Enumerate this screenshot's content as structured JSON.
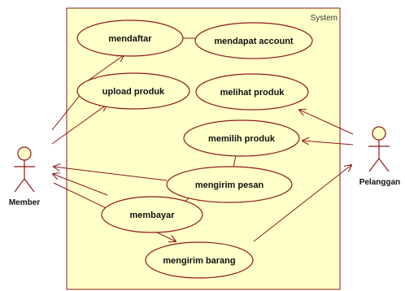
{
  "system": {
    "label": "System"
  },
  "actors": {
    "member": {
      "label": "Member"
    },
    "pelanggan": {
      "label": "Pelanggan"
    }
  },
  "use_cases": {
    "mendaftar": "mendaftar",
    "mendapat_account": "mendapat account",
    "upload_produk": "upload produk",
    "melihat_produk": "melihat produk",
    "memilih_produk": "memilih produk",
    "mengirim_pesan": "mengirim pesan",
    "membayar": "membayar",
    "mengirim_barang": "mengirim barang"
  },
  "colors": {
    "boundary_fill": "#ffffc8",
    "boundary_stroke": "#8b1a1a",
    "usecase_fill": "#ffffc8",
    "usecase_stroke": "#8b1a1a",
    "actor_head_fill": "#ffffc8",
    "connector": "#8b1a1a"
  }
}
